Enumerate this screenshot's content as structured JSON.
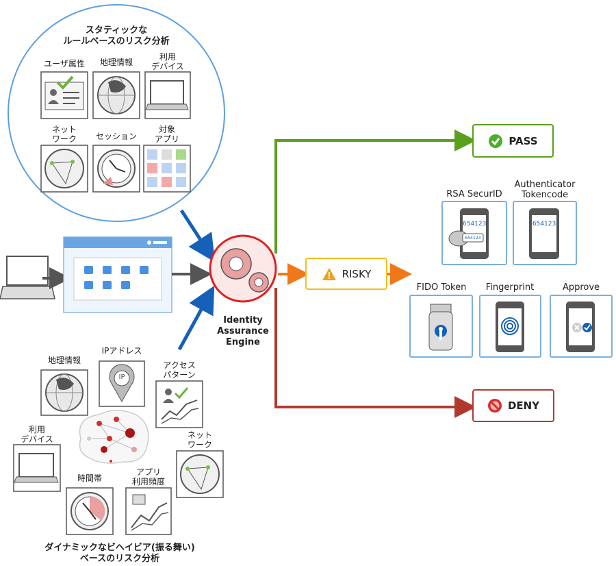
{
  "static_analysis": {
    "title": "スタティックな\nルールベースのリスク分析",
    "items": [
      "ユーザ属性",
      "地理情報",
      "利用\nデバイス",
      "ネット\nワーク",
      "セッション",
      "対象\nアプリ"
    ]
  },
  "engine": {
    "label": "Identity\nAssurance\nEngine"
  },
  "results": {
    "pass": "PASS",
    "risky": "RISKY",
    "deny": "DENY"
  },
  "authenticators": [
    {
      "label": "RSA SecurID",
      "code": "654123",
      "code_small": "654123"
    },
    {
      "label": "Authenticator\nTokencode",
      "code": "654123"
    },
    {
      "label": "FIDO Token"
    },
    {
      "label": "Fingerprint"
    },
    {
      "label": "Approve"
    }
  ],
  "dynamic_analysis": {
    "title": "ダイナミックなビヘイビア(振る舞い)\nベースのリスク分析",
    "items": [
      "地理情報",
      "IPアドレス",
      "アクセス\nパターン",
      "利用\nデバイス",
      "ネット\nワーク",
      "時間帯",
      "アプリ\n利用頻度"
    ],
    "ip_text": "IP"
  },
  "colors": {
    "circle_border": "#5aa0e0",
    "arrow_blue": "#1560b8",
    "pass_green": "#5aa01e",
    "risky_orange": "#f07818",
    "deny_red": "#b03a2e",
    "auth_border": "#7ab0e0",
    "engine_border": "#e02020"
  }
}
